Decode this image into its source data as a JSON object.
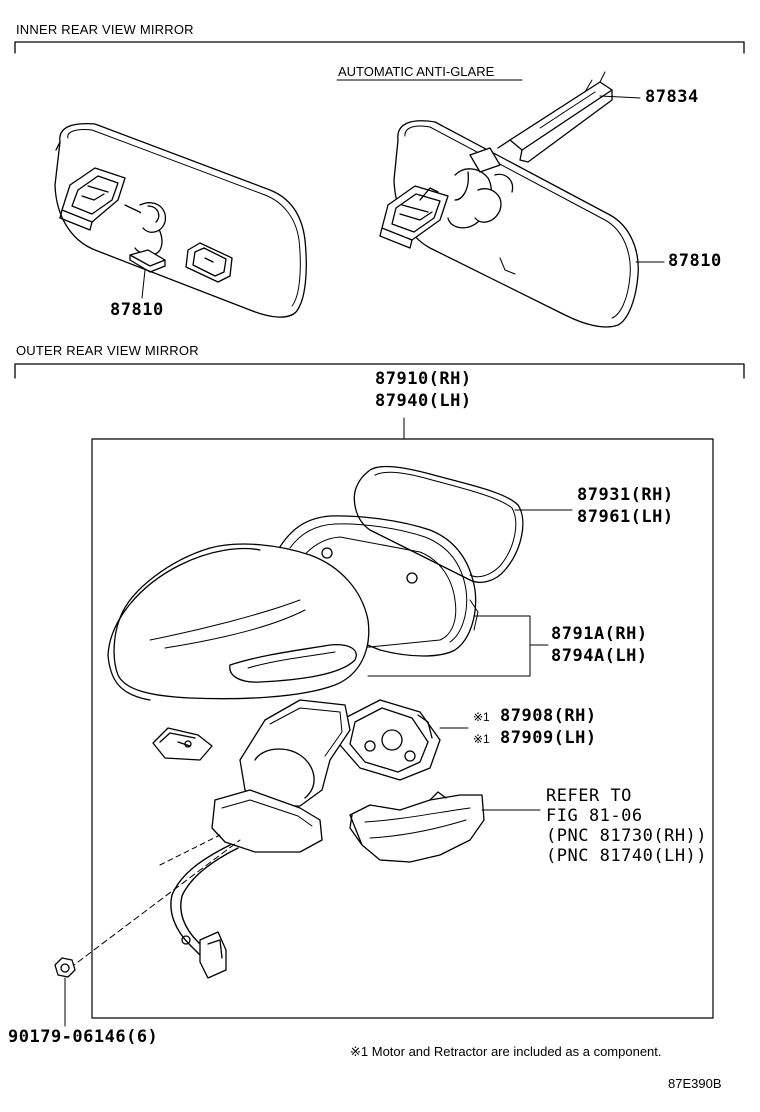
{
  "sections": {
    "inner": "INNER REAR VIEW MIRROR",
    "outer": "OUTER REAR VIEW MIRROR"
  },
  "inner_mirror": {
    "variant_label": "AUTOMATIC ANTI-GLARE",
    "part_left": "87810",
    "part_right": "87810",
    "part_bracket": "87834"
  },
  "outer_mirror": {
    "assy_rh": "87910(RH)",
    "assy_lh": "87940(LH)",
    "glass_rh": "87931(RH)",
    "glass_lh": "87961(LH)",
    "cover_rh": "8791A(RH)",
    "cover_lh": "8794A(LH)",
    "motor_mark": "※1",
    "motor_rh": "87908(RH)",
    "motor_lh": "87909(LH)",
    "refer_line1": "REFER TO",
    "refer_line2": "FIG 81-06",
    "refer_line3": "(PNC 81730(RH))",
    "refer_line4": "(PNC 81740(LH))",
    "nut": "90179-06146(6)"
  },
  "footnote": "※1 Motor and Retractor are included as a component.",
  "figure_code": "87E390B"
}
